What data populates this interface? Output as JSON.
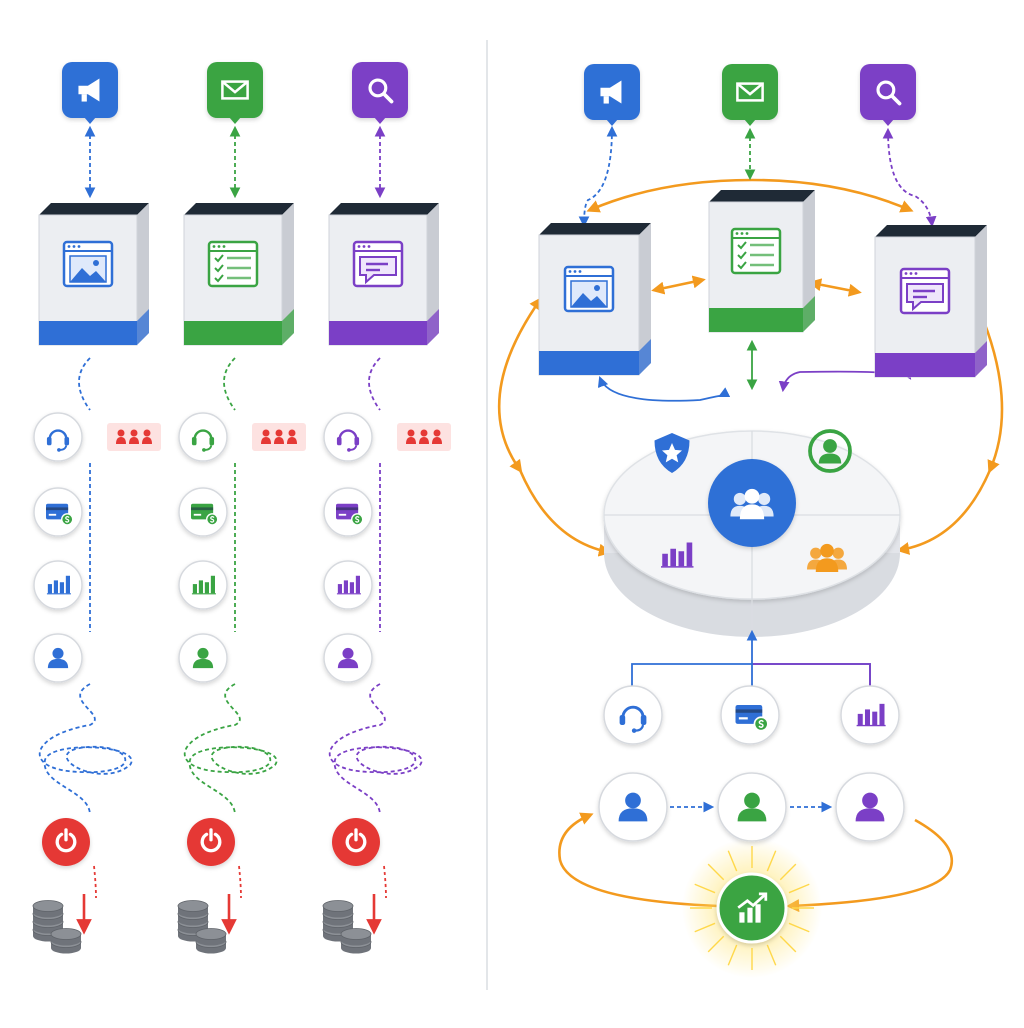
{
  "colors": {
    "blue": "#2f6fd6",
    "green": "#3aa443",
    "purple": "#7b3fc6",
    "red": "#e53935",
    "orange": "#f39a1e",
    "box_face": "#eceef2",
    "box_top": "#1f2a36",
    "divider": "#dadde2",
    "disk": "#f4f5f7",
    "coin": "#8c9096"
  },
  "left_panel": {
    "channels": [
      {
        "id": "ads",
        "icon": "megaphone-icon",
        "color": "blue",
        "app_icon": "image-window-icon"
      },
      {
        "id": "email",
        "icon": "envelope-icon",
        "color": "green",
        "app_icon": "checklist-window-icon"
      },
      {
        "id": "search",
        "icon": "magnifier-icon",
        "color": "purple",
        "app_icon": "chat-window-icon"
      }
    ],
    "stack_icons": [
      "headset-icon",
      "credit-card-icon",
      "bar-chart-icon",
      "user-icon"
    ],
    "team_badge_icon": "team-icon",
    "failure_icon": "power-icon",
    "loss_icon": "coins-down-icon"
  },
  "right_panel": {
    "hub_icon": "team-icon",
    "hub_quadrants": [
      "shield-star-icon",
      "user-circle-icon",
      "bar-chart-icon",
      "team-icon"
    ],
    "services": [
      "headset-icon",
      "credit-card-icon",
      "bar-chart-icon"
    ],
    "journey": [
      "user-icon",
      "user-icon",
      "user-icon"
    ],
    "growth_icon": "growth-chart-icon"
  }
}
